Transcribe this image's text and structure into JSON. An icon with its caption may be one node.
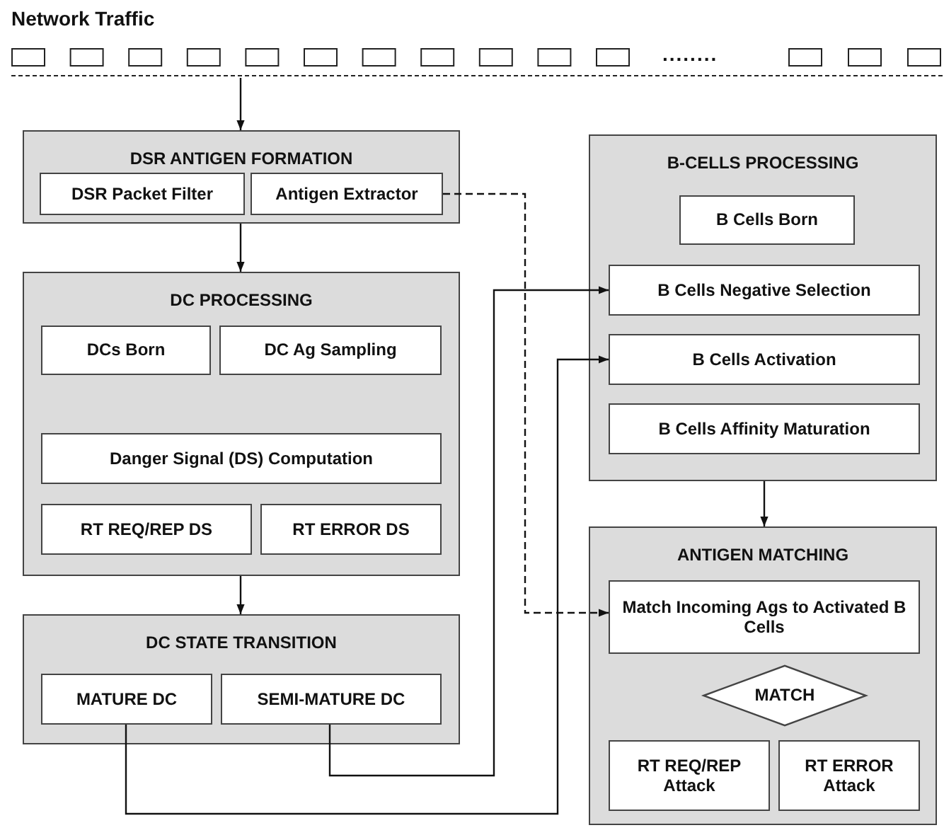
{
  "diagram": {
    "title": "Network Traffic",
    "nodes": [
      {
        "text": [],
        "shape": "bar"
      },
      {
        "text": [
          "DSR ANTIGEN FORMATION"
        ]
      },
      {
        "text": [
          "DSR Packet Filter"
        ],
        "in": 1
      },
      {
        "text": [
          "Antigen Extractor"
        ],
        "in": 1
      },
      {
        "text": [
          "DC PROCESSING"
        ]
      },
      {
        "text": [
          "DCs Born"
        ],
        "in": 4
      },
      {
        "text": [
          "DC Ag Sampling"
        ],
        "in": 4
      },
      {
        "text": [
          "Danger Signal (DS) Computation"
        ],
        "in": 4
      },
      {
        "text": [
          "RT REQ/REP DS"
        ],
        "in": 4
      },
      {
        "text": [
          "RT ERROR DS"
        ],
        "in": 4
      },
      {
        "text": [
          "DC STATE TRANSITION"
        ]
      },
      {
        "text": [
          "MATURE DC"
        ],
        "in": 10
      },
      {
        "text": [
          "SEMI-MATURE DC"
        ],
        "in": 10
      },
      {
        "text": [
          "B-CELLS PROCESSING"
        ]
      },
      {
        "text": [
          "B Cells Born"
        ],
        "in": 13
      },
      {
        "text": [
          "B Cells Negative Selection"
        ],
        "in": 13
      },
      {
        "text": [
          "B Cells Activation"
        ],
        "in": 13
      },
      {
        "text": [
          "B Cells Affinity Maturation"
        ],
        "in": 13
      },
      {
        "text": [
          "ANTIGEN MATCHING"
        ]
      },
      {
        "text": [
          "Match Incoming Ags to Activated B Cells"
        ],
        "in": 18
      },
      {
        "text": [
          "MATCH"
        ],
        "in": 18
      },
      {
        "text": [
          "RT REQ/REP Attack"
        ],
        "in": 18
      },
      {
        "text": [
          "RT ERROR Attack"
        ],
        "in": 18
      }
    ],
    "edges": [
      {
        "from": 0,
        "to": 1,
        "arrow": "to"
      },
      {
        "from": 1,
        "to": 4,
        "arrow": "to"
      },
      {
        "from": 4,
        "to": 10,
        "arrow": "to"
      },
      {
        "from": 3,
        "to": 19,
        "arrow": "to",
        "style": "dashed"
      },
      {
        "from": 12,
        "to": 15,
        "arrow": "to"
      },
      {
        "from": 11,
        "to": 16,
        "arrow": "to"
      },
      {
        "from": 13,
        "to": 18,
        "arrow": "to"
      }
    ],
    "labels": [
      "........"
    ]
  }
}
